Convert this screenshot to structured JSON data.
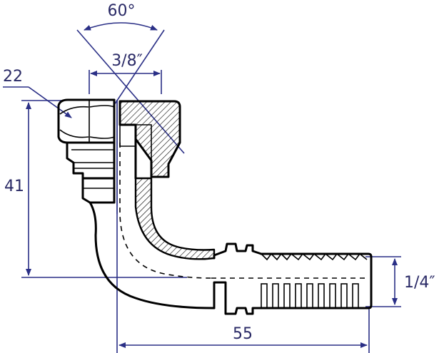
{
  "dimensions": {
    "angle": "60°",
    "thread_top": "3/8″",
    "hex_size": "22",
    "height": "41",
    "hose_size": "1/4″",
    "length": "55"
  },
  "colors": {
    "dimension_lines": "#2a2f86",
    "outline": "#000000",
    "text": "#2a2a66"
  }
}
